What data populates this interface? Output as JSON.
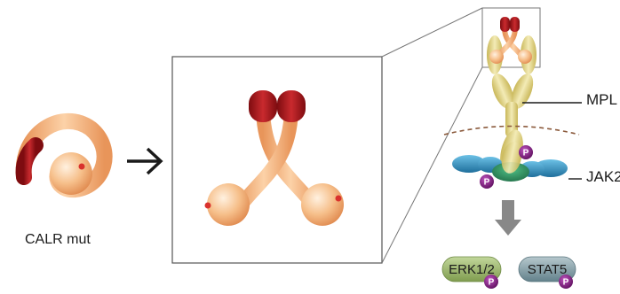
{
  "labels": {
    "calr": "CALR mut",
    "mpl": "MPL",
    "jak2": "JAK2",
    "erk": "ERK1/2",
    "stat5": "STAT5",
    "phospho": "P"
  },
  "icons": {
    "transition": "right-arrow-icon",
    "signal": "down-arrow-icon"
  },
  "colors": {
    "calr_body": "#f2b27a",
    "calr_tip": "#a8141a",
    "mpl": "#e0d27e",
    "jak2": "#3a9bc9",
    "jak2_core": "#2f8a5c",
    "phospho": "#7a1f7a",
    "erk": "#9bb56a",
    "stat5": "#7d9aa3",
    "membrane": "#8b5a3c",
    "arrow": "#888888"
  }
}
